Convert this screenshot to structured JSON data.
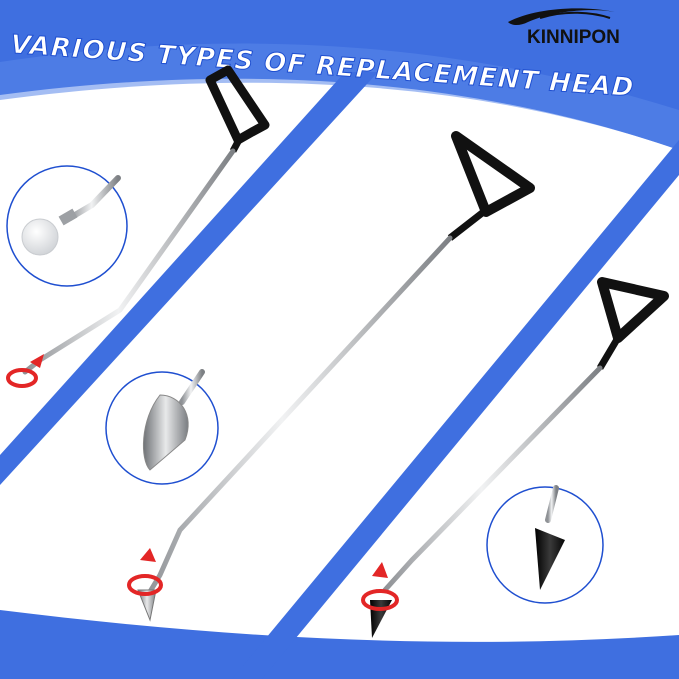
{
  "banner": {
    "title": "VARIOUS  TYPES OF REPLACEMENT  HEAD"
  },
  "brand": {
    "name": "KINNIPON",
    "logo_icon": "car-silhouette-icon"
  },
  "tools": [
    {
      "handle": "triangle-handle",
      "head": "white ball head",
      "rotation_icon": "rotate-arrow-icon"
    },
    {
      "handle": "triangle-handle",
      "head": "metal cone head",
      "rotation_icon": "rotate-arrow-icon"
    },
    {
      "handle": "triangle-handle",
      "head": "black cone head",
      "rotation_icon": "rotate-arrow-icon"
    }
  ],
  "colors": {
    "blue": "#3f6fe0",
    "dark_blue": "#1f4fd0",
    "panel": "#ffffff",
    "steel": "#b9bcc0",
    "handle": "#111111",
    "accent": "#e32626"
  }
}
